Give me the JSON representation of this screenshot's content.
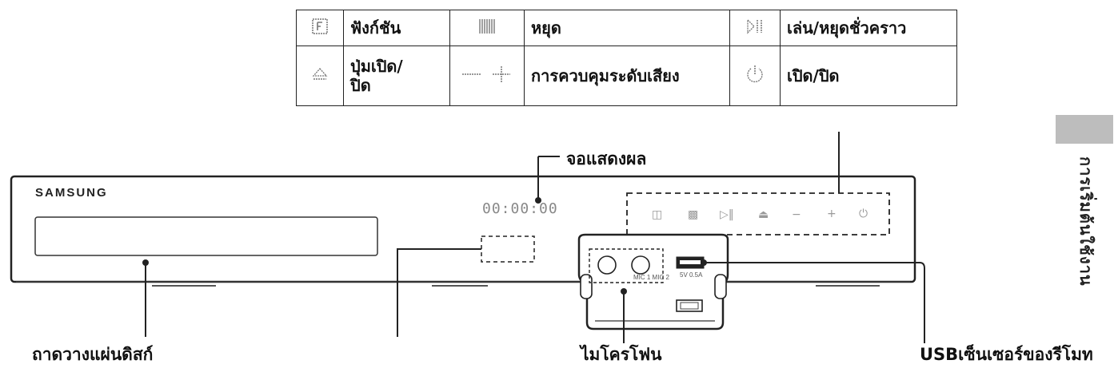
{
  "table": {
    "row1": {
      "function_icon": "function-icon",
      "function_label": "ฟังก์ชัน",
      "stop_icon": "stop-icon",
      "stop_label": "หยุด",
      "play_pause_icon": "play-pause-icon",
      "play_pause_label": "เล่น/หยุดชั่วคราว"
    },
    "row2": {
      "eject_icon": "eject-icon",
      "eject_label_line1": "ปุ่มเปิด/",
      "eject_label_line2": "ปิด",
      "volume_icon": "volume-minus-plus-icon",
      "volume_label": "การควบคุมระดับเสียง",
      "power_icon": "power-icon",
      "power_label": "เปิด/ปิด"
    }
  },
  "device": {
    "brand": "SAMSUNG",
    "display_digits": "00:00:00",
    "mic_tag": "MIC 1  MIC 2",
    "usb_tag": "5V 0.5A"
  },
  "callouts": {
    "display": "จอแสดงผล",
    "disc_tray": "ถาดวางแผ่นดิสก์",
    "microphone": "ไมโครโฟน",
    "usb_sensor": "USBเซ็นเซอร์ของรีโมท"
  },
  "side_tab": {
    "text": "การเริ่มต้นใช้งาน"
  },
  "colors": {
    "side_bar": "#bdbdbd",
    "outline": "#222222",
    "icon_gray": "#999999"
  }
}
